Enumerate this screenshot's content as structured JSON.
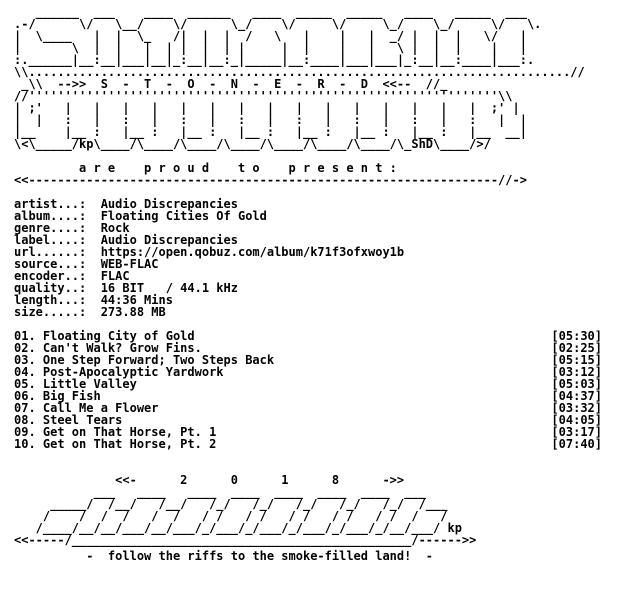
{
  "header": {
    "art": [
      "   ______  ___    ____  ______   ____  _____  _____   ____   _____  ___",
      ".-/      \\/   \\__/    \\/      \\_/    \\/     \\/     \\_/    \\_/     \\/   \\.",
      "|  \\____   |  |  \\_   /|  |  |  /   \\   |    |   |  _/ |  |  |   \\/   |",
      "|       \\  |  |   |  | |  |  | |     |  |    |   |   \\ |  |  |    |   |",
      ":.______|__:__|___|__|_:__|__:_|_____|__:____|___|___|_:__|__:____|___:.",
      "\\\\...........................................................................//",
      " _\\\\  -->>  S  -  T  -  O  -  N  -  E  -  R  -  D  <<--  //_",
      "//'''''''''''''''''''''''''''''''''''''''''''''''''''''''''''''''''\\\\",
      "| ;'   |   |   |   |   |   |   |   |   |   |   |   |   |   |   |  ;' |",
      "|  |   :   |   :   |   :   |   :   |   :   |   :   |   :   |   :   |  |",
      "|__    |__ :   |__ :   |__ :   |__ :   |__ :   |__ :   |__ :   |__  __|",
      "\\<\\_____/kp\\____/\\____/\\____/\\____/\\____/\\____/\\____/\\_ShD\\____/>/"
    ]
  },
  "present": {
    "title": "         a r e    p r o u d    t o    p r e s e n t :",
    "rule": "<<-----------------------------------------------------------------//->"
  },
  "info": {
    "lines": [
      "artist...:  Audio Discrepancies",
      "album....:  Floating Cities Of Gold",
      "genre....:  Rock",
      "label....:  Audio Discrepancies",
      "url......:  https://open.qobuz.com/album/k71f3ofxwoy1b",
      "source...:  WEB-FLAC",
      "encoder..:  FLAC",
      "quality..:  16 BIT   / 44.1 kHz",
      "length...:  44:36 Mins",
      "size.....:  273.88 MB"
    ]
  },
  "tracks": [
    {
      "title": "01. Floating City of Gold",
      "time": "[05:30]"
    },
    {
      "title": "02. Can't Walk? Grow Fins.",
      "time": "[02:25]"
    },
    {
      "title": "03. One Step Forward; Two Steps Back",
      "time": "[05:15]"
    },
    {
      "title": "04. Post-Apocalyptic Yardwork",
      "time": "[03:12]"
    },
    {
      "title": "05. Little Valley",
      "time": "[05:03]"
    },
    {
      "title": "06. Big Fish",
      "time": "[04:37]"
    },
    {
      "title": "07. Call Me a Flower",
      "time": "[03:32]"
    },
    {
      "title": "08. Steel Tears",
      "time": "[04:05]"
    },
    {
      "title": "09. Get on That Horse, Pt. 1",
      "time": "[03:17]"
    },
    {
      "title": "10. Get on That Horse, Pt. 2",
      "time": "[07:40]"
    }
  ],
  "year_banner": {
    "art": [
      "              <<-      2      0      1      8      ->>",
      "           ___   ____   ____  ____  ____  ____  ____  ___",
      "     _____/  /__/   /__/   /_/   /_/   /_/   /_/   /_/  /___",
      "    /    /  /  /   /  /   / /   / /   / /   / /   / /  /   /",
      "   /____/__/__/___/__/___/_/___/_/___/_/___/_/___/_/__/___/ kp",
      "<<-----/_______________________________________________/------>>"
    ]
  },
  "footer": {
    "tagline": "          -  follow the riffs to the smoke-filled land!  -"
  }
}
